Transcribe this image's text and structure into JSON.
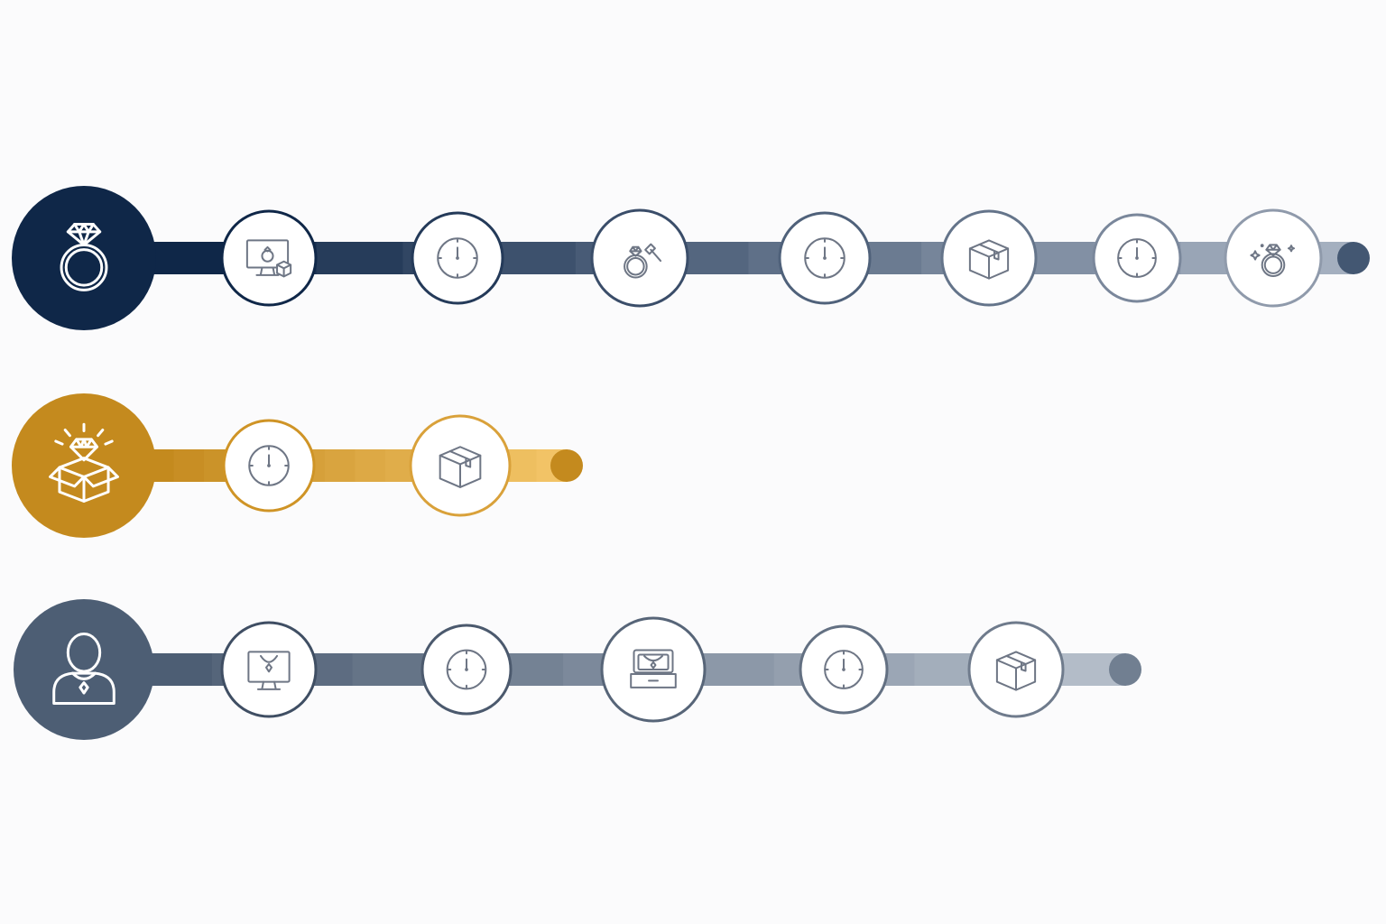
{
  "colors": {
    "background": "#fbfbfc",
    "icon_stroke": "#6e7685",
    "node_fill": "#ffffff"
  },
  "rows": [
    {
      "name": "ring",
      "hub_icon": "diamond-ring-icon",
      "hub_color": "#0f2748",
      "track_start": "#0f2748",
      "track_end": "#a4afbf",
      "node_border_start": "#0f2748",
      "node_border_end": "#8f9aab",
      "steps": [
        {
          "icon": "monitor-ring-box-icon"
        },
        {
          "icon": "clock-icon"
        },
        {
          "icon": "ring-hammer-icon"
        },
        {
          "icon": "clock-icon"
        },
        {
          "icon": "box-icon"
        },
        {
          "icon": "clock-icon"
        },
        {
          "icon": "sparkling-ring-icon"
        }
      ]
    },
    {
      "name": "gift",
      "hub_icon": "open-box-diamond-icon",
      "hub_color": "#c48a1e",
      "track_start": "#c48a1e",
      "track_end": "#f2c366",
      "node_border_start": "#cf9426",
      "node_border_end": "#d9a13a",
      "steps": [
        {
          "icon": "clock-icon"
        },
        {
          "icon": "box-icon"
        }
      ]
    },
    {
      "name": "person",
      "hub_icon": "person-necklace-icon",
      "hub_color": "#4d5e74",
      "track_start": "#4d5e74",
      "track_end": "#b3bcc8",
      "node_border_start": "#3f4e63",
      "node_border_end": "#6f7b8c",
      "steps": [
        {
          "icon": "monitor-necklace-icon"
        },
        {
          "icon": "clock-icon"
        },
        {
          "icon": "jewelry-box-necklace-icon"
        },
        {
          "icon": "clock-icon"
        },
        {
          "icon": "box-icon"
        }
      ]
    }
  ]
}
